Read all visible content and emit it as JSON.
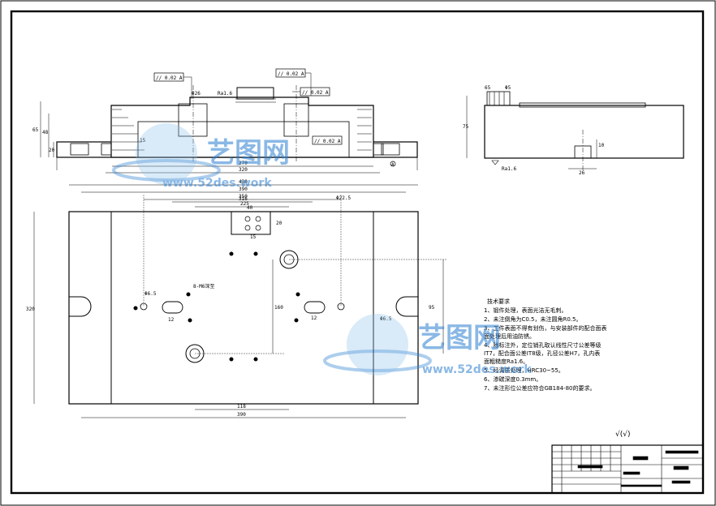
{
  "drawing": {
    "watermark": {
      "brand": "艺图网",
      "url_top": "www.52des.work",
      "url_bottom": "www.52des.work"
    },
    "top_section": {
      "gdt_1": "// 0.02 A",
      "gdt_2": "// 0.02 A",
      "gdt_3": "// 0.02 A",
      "gdt_4": "// 0.02 A",
      "dim_width_1": "270",
      "dim_width_2": "320",
      "dim_height_1": "65",
      "dim_height_2": "48",
      "dim_height_3": "20",
      "dim_height_4": "15",
      "datum": "A",
      "dim_dia": "Φ26",
      "roughness": "Ra1.6"
    },
    "side_view": {
      "dim_left": "65",
      "dim_right": "Φ5",
      "dim_height": "75",
      "dim_bottom": "26",
      "dim_small": "10",
      "roughness": "Ra1.6"
    },
    "plan_view": {
      "dim_w1": "430",
      "dim_w2": "390",
      "dim_w3": "350",
      "dim_w4": "316",
      "dim_w5": "225",
      "dim_w6": "Φ22.5",
      "dim_left_height": "320",
      "dim_center_height": "160",
      "dim_right_height": "95",
      "dim_bottom_1": "118",
      "dim_bottom_2": "390",
      "dim_top_small_1": "40",
      "dim_top_small_2": "20",
      "dim_top_small_3": "15",
      "hole_note": "8-M6深至",
      "hole_left": "Φ6.5",
      "hole_right": "Φ6.5",
      "slot_left": "12",
      "slot_right": "12"
    },
    "notes": {
      "heading": "技术要求",
      "lines": [
        "1、锻件处理，表面光洁无毛刺。",
        "2、未注倒角为C0.5，未注圆角R0.5。",
        "3、工件表面不得有划伤，与安装部件的配合面表",
        "面处理后用油防锈。",
        "4、除标注外，定位销孔取认线性尺寸公差等级",
        "IT7，配合面公差IT8级，孔径公差H7，孔内表",
        "面粗糙度Ra1.6。",
        "5、经调质处理，HRC30~55。",
        "6、渗碳深度0.3mm。",
        "7、未注形位公差应符合GB184-80的要求。"
      ]
    },
    "roughness_symbol": "√(√)"
  }
}
